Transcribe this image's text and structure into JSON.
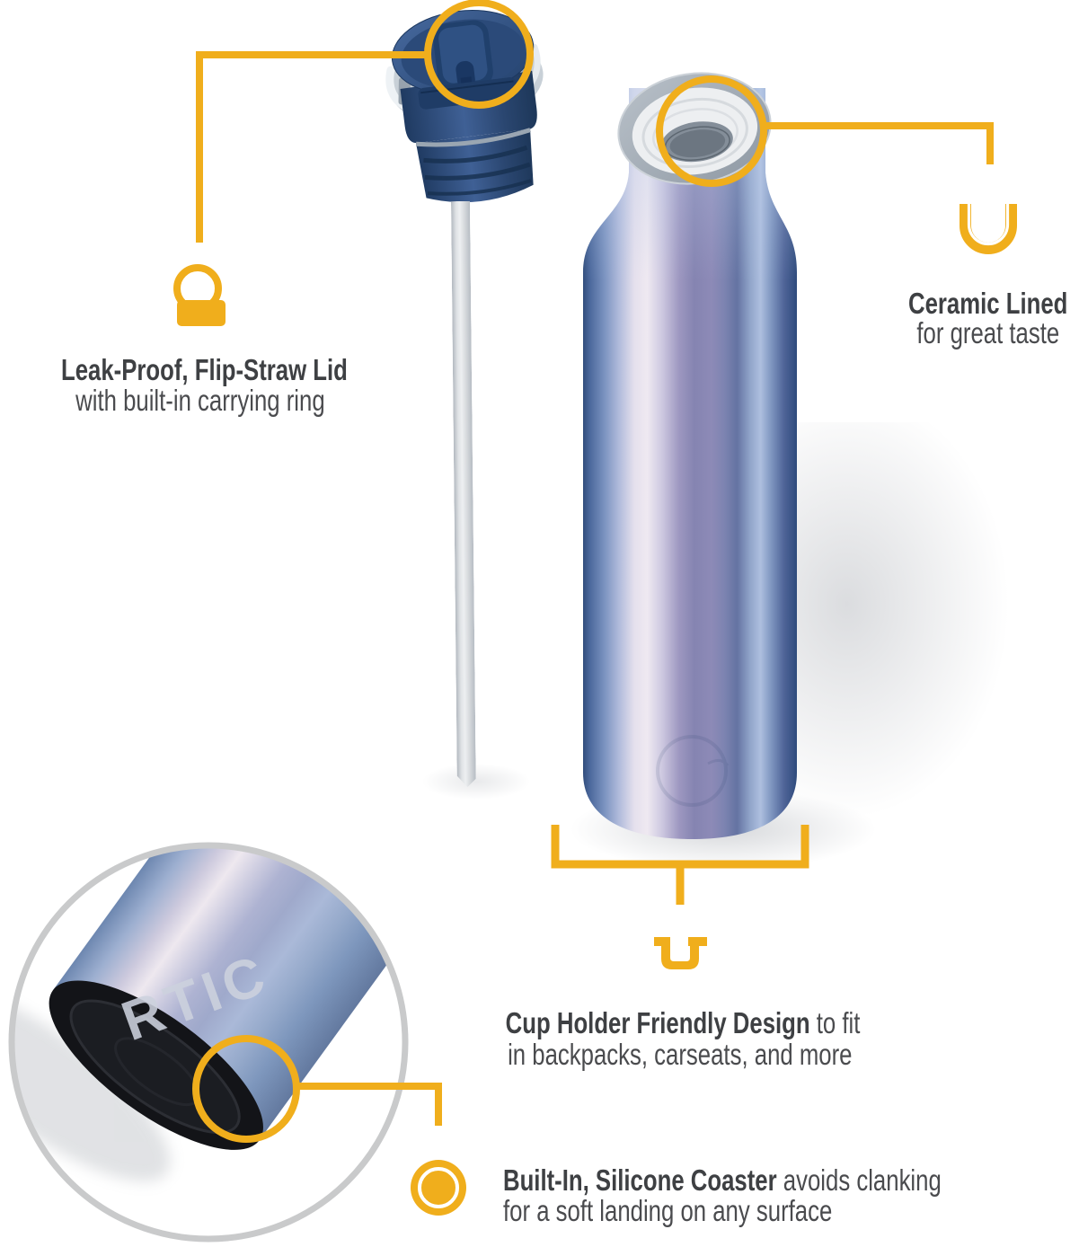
{
  "colors": {
    "accent_yellow": "#F0AE1C",
    "title_text": "#3E4043",
    "body_text": "#4A4B4E",
    "inset_ring_gray": "#C9CACB",
    "lid_navy": "#2B4872",
    "bottle_iridescent_blue": "#8584B1",
    "bottle_edge_blue": "#314D7C",
    "coaster_black": "#131418",
    "straw_gray": "#DFE2E5",
    "ceramic_white": "#EDEFF1"
  },
  "brand": {
    "name": "RTIC"
  },
  "callouts": {
    "lid": {
      "title": "Leak-Proof, Flip-Straw Lid",
      "subtitle": "with built-in carrying ring",
      "icon": "carrying-ring-icon"
    },
    "ceramic": {
      "title": "Ceramic Lined",
      "subtitle": "for great taste",
      "icon": "ceramic-lined-icon"
    },
    "cup_holder": {
      "title_bold": "Cup Holder Friendly Design",
      "title_rest": " to fit",
      "subtitle": "in backpacks, carseats, and more",
      "icon": "cup-holder-icon"
    },
    "coaster": {
      "title_bold": "Built-In, Silicone Coaster",
      "title_rest": " avoids clanking",
      "subtitle": "for a soft landing on any surface",
      "icon": "coaster-icon"
    }
  }
}
